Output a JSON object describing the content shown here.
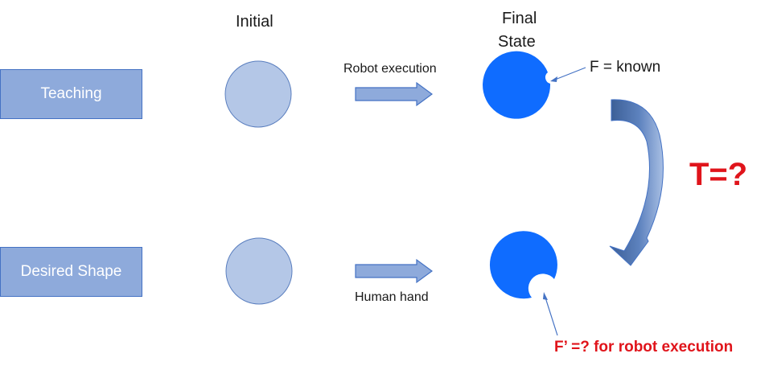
{
  "headers": {
    "initial": "Initial",
    "final_line1": "Final",
    "final_line2": "State"
  },
  "rows": {
    "teaching": {
      "label": "Teaching",
      "arrow_label": "Robot execution",
      "force_label": "F = known"
    },
    "desired": {
      "label": "Desired Shape",
      "arrow_label": "Human hand",
      "force_label": "F’ =?  for robot execution"
    }
  },
  "transform_label": "T=?",
  "colors": {
    "box_fill": "#8eaadb",
    "box_border": "#4472c4",
    "initial_circle": "#b4c7e7",
    "final_blob": "#0f6cff",
    "arrow_fill": "#8eaadb",
    "curved_arrow_dark": "#3b5e95",
    "curved_arrow_light": "#8eaadb",
    "accent_red": "#e0141b"
  }
}
